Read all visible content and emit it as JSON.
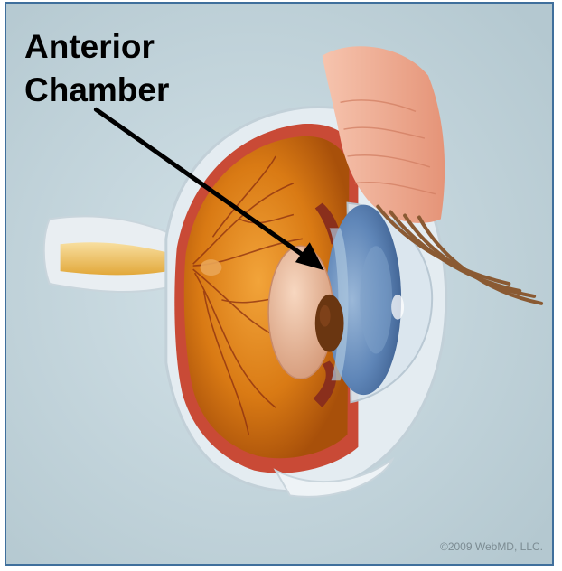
{
  "figure": {
    "label_line1": "Anterior",
    "label_line2": "Chamber",
    "copyright": "©2009 WebMD, LLC."
  },
  "colors": {
    "frame_border": "#3f6f9c",
    "background": "#bfd1d8",
    "retina": "#d97a14",
    "sclera": "#e4ecf1",
    "iris": "#5f86b8",
    "lens": "#e8b598",
    "pupil": "#6a3611",
    "eyelid": "#eeaa92",
    "eyelash": "#8a5a33",
    "optic_nerve": "#f0c45f"
  },
  "icons": [
    "eye-cross-section-illustration",
    "pointer-arrow"
  ]
}
